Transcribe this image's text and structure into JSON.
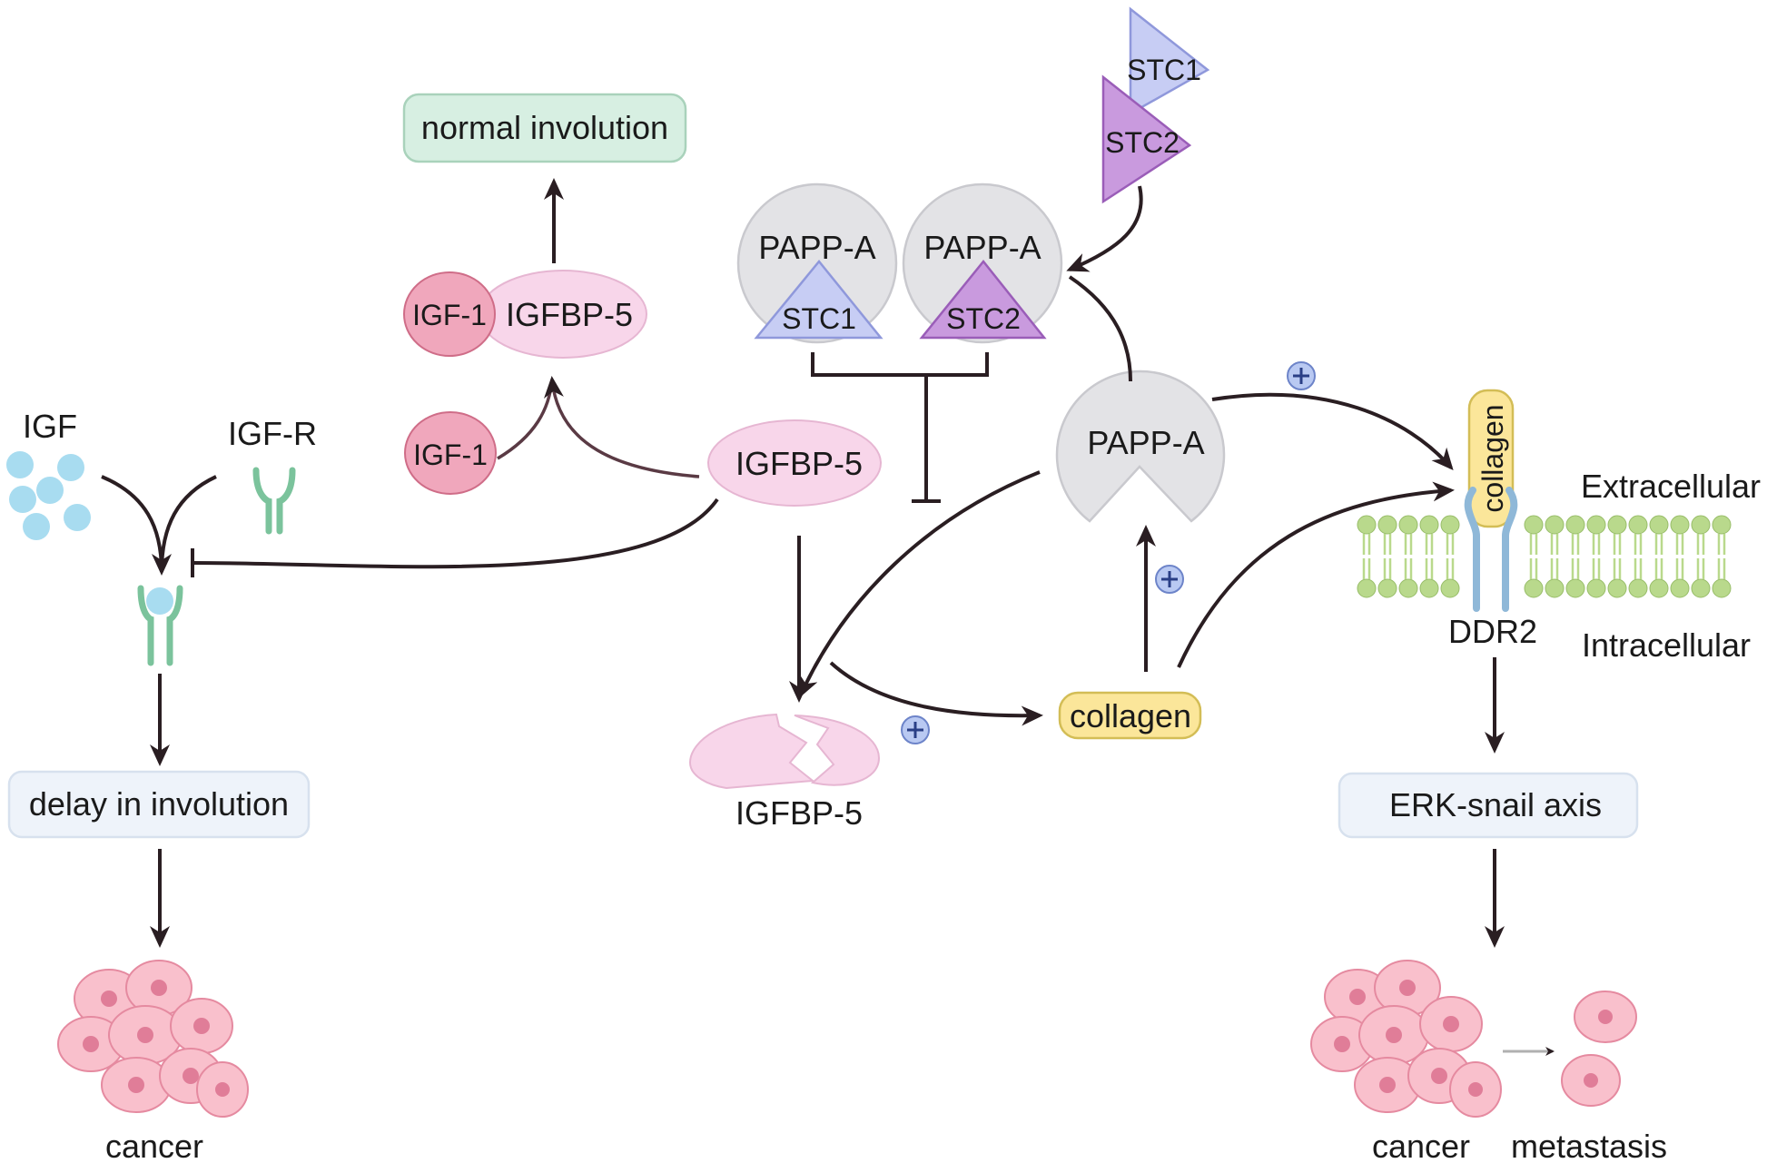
{
  "labels": {
    "normal_involution": "normal involution",
    "igf1_top": "IGF-1",
    "igfbp5_complex": "IGFBP-5",
    "igf1_free": "IGF-1",
    "igf": "IGF",
    "igf_r": "IGF-R",
    "igfbp5_center": "IGFBP-5",
    "pappa_left": "PAPP-A",
    "pappa_right": "PAPP-A",
    "stc1_bound": "STC1",
    "stc2_bound": "STC2",
    "stc1_free": "STC1",
    "stc2_free": "STC2",
    "pappa_center": "PAPP-A",
    "collagen_center": "collagen",
    "collagen_receptor": "collagen",
    "extracellular": "Extracellular",
    "intracellular": "Intracellular",
    "ddr2": "DDR2",
    "igfbp5_cleaved": "IGFBP-5",
    "delay_in_involution": "delay in involution",
    "erk_snail_axis": "ERK-snail axis",
    "cancer_left": "cancer",
    "cancer_right": "cancer",
    "metastasis": "metastasis"
  },
  "colors": {
    "arrow": "#2a1e22",
    "pappa": "#e3e3e6",
    "stc1": "#c7cdf4",
    "stc2": "#c99ade",
    "igfbp5": "#f8d6ea",
    "igf1": "#f0a7bc",
    "collagen": "#fbe69a",
    "membrane": "#b9d98c",
    "cancer_cell": "#f9c0cc"
  },
  "icons": [
    "plus-icon",
    "receptor-icon",
    "cancer-cell-icon",
    "membrane-icon"
  ]
}
